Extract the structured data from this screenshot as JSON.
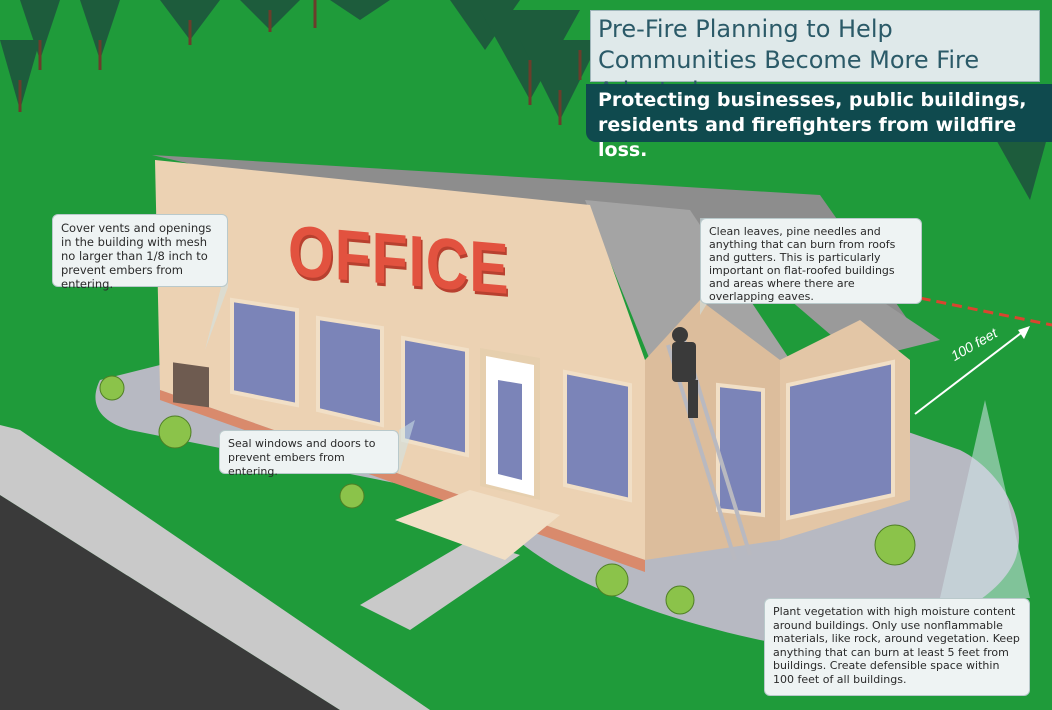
{
  "header": {
    "title": "Pre-Fire Planning to Help Communities Become More Fire Adapted",
    "subtitle": "Protecting businesses, public buildings, residents and firefighters from wildfire loss."
  },
  "building": {
    "sign": "OFFICE"
  },
  "callouts": {
    "vents": "Cover vents and openings in the building with mesh no larger than 1/8 inch to prevent embers from entering.",
    "windows": "Seal windows and doors to prevent embers from entering.",
    "roof": "Clean leaves, pine needles and anything that can burn from roofs and gutters. This is particularly important on flat-roofed buildings and areas where there are overlapping eaves.",
    "vegetation": "Plant vegetation with high moisture content around buildings. Only use nonflammable materials, like rock, around vegetation. Keep anything that can burn at least 5 feet from buildings. Create defensible space within 100 feet of all buildings."
  },
  "distance": {
    "label": "100 feet"
  },
  "colors": {
    "grass": "#1f9b3a",
    "road": "#3a3a3a",
    "sidewalk": "#c9c9c9",
    "wall": "#ecd2b3",
    "roof": "#8d8d8d",
    "window": "#7b84b8",
    "sign": "#e2523f",
    "title_bg": "#dfe9ea",
    "subtitle_bg": "#0f4a4e"
  }
}
